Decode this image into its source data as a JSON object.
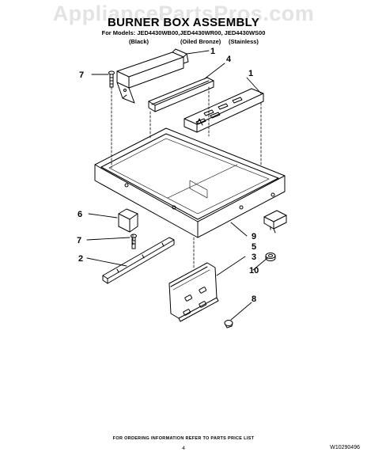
{
  "watermark": "AppliancePartsPros.com",
  "title": "BURNER BOX ASSEMBLY",
  "models_line": "For Models: JED4430WB00,JED4430WR00, JED4430WS00",
  "finishes": [
    "(Black)",
    "(Oiled Bronze)",
    "(Stainless)"
  ],
  "callouts": {
    "c1a": "1",
    "c4": "4",
    "c7a": "7",
    "c1b": "1",
    "c6": "6",
    "c7b": "7",
    "c2": "2",
    "c9": "9",
    "c5": "5",
    "c3": "3",
    "c10": "10",
    "c8": "8"
  },
  "footer": {
    "note": "FOR ORDERING INFORMATION REFER TO PARTS PRICE LIST",
    "page": "4",
    "code": "W10290496"
  },
  "colors": {
    "line": "#000000",
    "watermark": "#e3e3e3",
    "background": "#ffffff"
  }
}
